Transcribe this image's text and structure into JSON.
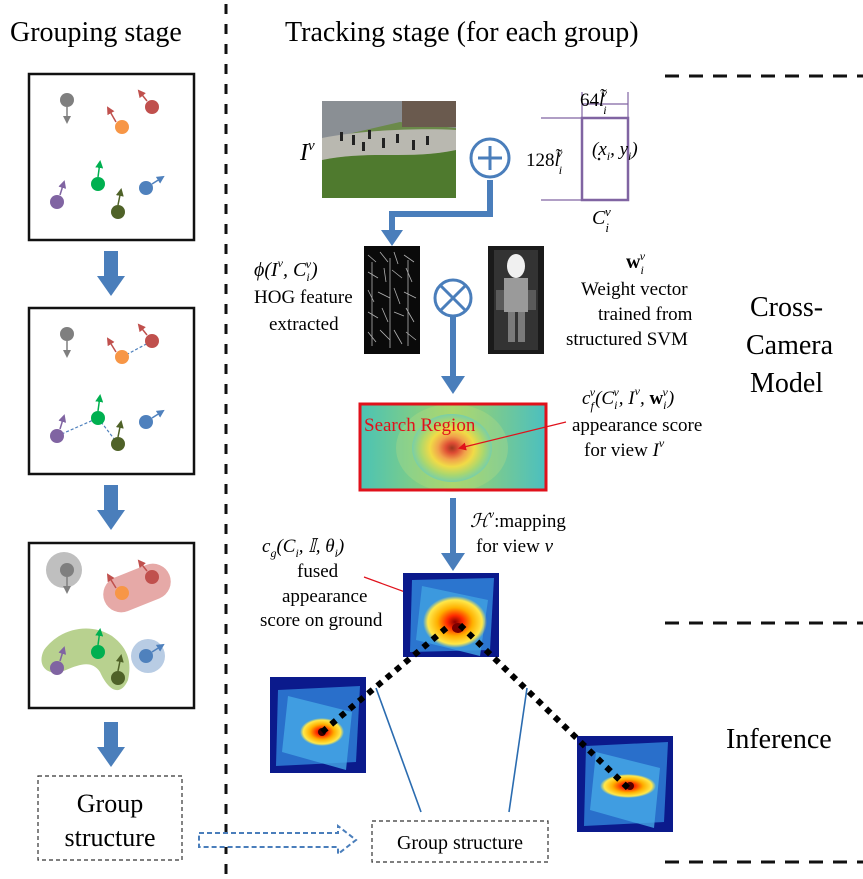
{
  "headers": {
    "grouping": "Grouping stage",
    "tracking": "Tracking stage (for each group)"
  },
  "right_labels": {
    "cross_camera_line1": "Cross-",
    "cross_camera_line2": "Camera",
    "cross_camera_line3": "Model",
    "inference": "Inference"
  },
  "left_column": {
    "group_structure_line1": "Group",
    "group_structure_line2": "structure"
  },
  "tracking": {
    "image_label": "I",
    "image_label_sup": "v",
    "box_width_label": "64l̃",
    "box_height_label": "128l̃",
    "box_center_label": "(x",
    "box_center_label_rest": ", y",
    "box_name": "C",
    "hog_formula": "ϕ(I",
    "hog_formula_mid": ", C",
    "hog_formula_end": ")",
    "hog_line2": "HOG feature",
    "hog_line3": "extracted",
    "weight_symbol": "w",
    "weight_line2": "Weight vector",
    "weight_line3": "trained from",
    "weight_line4": "structured SVM",
    "search_region": "Search Region",
    "appearance_formula": "c",
    "appearance_line2": "appearance score",
    "appearance_line3": "for view",
    "mapping_symbol": "ℋ",
    "mapping_line1": ":mapping",
    "mapping_line2": "for view",
    "fused_formula": "c",
    "fused_line2": "fused",
    "fused_line3": "appearance",
    "fused_line4": "score on ground",
    "group_structure_bottom": "Group structure"
  },
  "colors": {
    "arrow_blue": "#4a7ebb",
    "box_purple": "#8064a2",
    "search_border": "#e0111b",
    "search_text": "#e0111b",
    "annotation_red": "#e0111b",
    "heat_navy": "#0b1a8c"
  }
}
